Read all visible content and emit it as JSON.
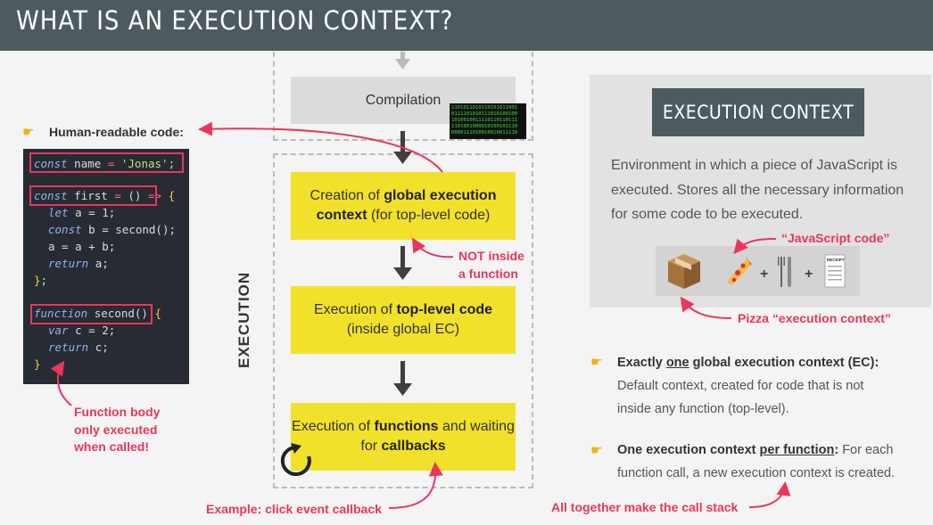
{
  "header": {
    "title": "WHAT IS AN EXECUTION CONTEXT?"
  },
  "left": {
    "code_label": "Human-readable code:",
    "code": {
      "line1": {
        "kw": "const",
        "name": "name",
        "eq": "=",
        "str": "'Jonas'",
        "end": ";"
      },
      "line2": {
        "kw": "const",
        "name": "first",
        "eq": "=",
        "paren": "()",
        "arrow": "=>",
        "brace": "{"
      },
      "line3": {
        "kw": "let",
        "rest": "a = 1;"
      },
      "line4": {
        "kw": "const",
        "rest": "b = second();"
      },
      "line5": {
        "rest": "a = a + b;"
      },
      "line6": {
        "kw": "return",
        "rest": "a;"
      },
      "line7": {
        "brace": "}",
        "end": ";"
      },
      "line8": {
        "kw": "function",
        "name": "second()",
        "brace": "{"
      },
      "line9": {
        "kw": "var",
        "rest": "c = 2;"
      },
      "line10": {
        "kw": "return",
        "rest": "c;"
      },
      "line11": {
        "brace": "}"
      }
    },
    "note": {
      "line1": "Function body",
      "line2": "only executed",
      "line3": "when called!"
    }
  },
  "middle": {
    "compilation": "Compilation",
    "binary": "1101011010110101011001\n0111101010111010100100\n1010010011110110110111\n1101001000010100101110\n0000111010010010011110",
    "box1": {
      "pre": "Creation of ",
      "bold": "global execution context",
      "post": " (for top-level code)"
    },
    "box2": {
      "pre": "Execution of ",
      "bold": "top-level code",
      "post": "(inside global EC)"
    },
    "box3": {
      "pre": "Execution of ",
      "bold1": "functions",
      "mid": " and waiting for ",
      "bold2": "callbacks"
    },
    "not_inside": {
      "line1": "NOT inside",
      "line2": "a function"
    },
    "execution_label": "EXECUTION",
    "example": "Example: click event callback"
  },
  "right": {
    "ec_title": "EXECUTION CONTEXT",
    "ec_desc": "Environment in which a piece of JavaScript is executed. Stores all the necessary information for some code to be executed.",
    "js_code_label": "“JavaScript code”",
    "pizza_label": "Pizza “execution context”",
    "icons": [
      "box-icon",
      "pizza-icon",
      "cutlery-icon",
      "receipt-icon"
    ],
    "plus": "+",
    "receipt": "RECEIPT",
    "bullet1": {
      "bold_pre": "Exactly ",
      "underline": "one",
      "bold_post": " global execution context (EC):",
      "line2": "Default context, created for code that is not",
      "line3": "inside any function (top-level)."
    },
    "bullet2": {
      "bold_pre": "One execution context ",
      "underline": "per function",
      "bold_post": ":",
      "rest": " For each",
      "line2": "function call, a new execution context is created."
    },
    "call_stack": "All together make the call stack"
  },
  "colors": {
    "accent": "#e8365d",
    "yellow": "#f2e12b",
    "header": "#4d5b60",
    "hand": "#f0b400"
  }
}
